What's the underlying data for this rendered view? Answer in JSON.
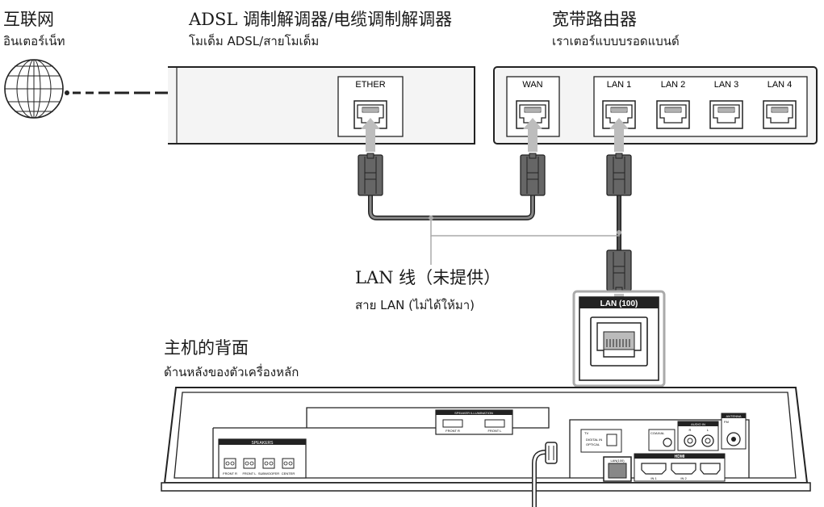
{
  "labels": {
    "internet_zh": "互联网",
    "internet_th": "อินเตอร์เน็ท",
    "modem_zh": "ADSL 调制解调器/电缆调制解调器",
    "modem_th": "โมเด็ม ADSL/สายโมเด็ม",
    "router_zh": "宽带路由器",
    "router_th": "เราเตอร์แบบบรอดแบนด์",
    "lan_cable_zh": "LAN 线（未提供）",
    "lan_cable_th": "สาย LAN (ไม่ได้ให้มา)",
    "rear_zh": "主机的背面",
    "rear_th": "ด้านหลังของตัวเครื่องหลัก"
  },
  "ports": {
    "modem": "ETHER",
    "router_wan": "WAN",
    "router_lan": [
      "LAN 1",
      "LAN 2",
      "LAN 3",
      "LAN 4"
    ],
    "unit_lan": "LAN (100)"
  },
  "unit_panel": {
    "speakers_title": "SPEAKERS",
    "speaker_terminals": [
      "FRONT R",
      "FRONT L",
      "SUBWOOFER",
      "CENTER"
    ],
    "illumination_title": "SPEAKER ILLUMINATION",
    "illumination_ports": [
      "FRONT R",
      "FRONT L"
    ],
    "tv_label": "TV",
    "digital_in": "DIGITAL IN",
    "optical": "OPTICAL",
    "audio_in": "AUDIO IN",
    "audio_l": "L",
    "audio_r": "R",
    "antenna": "ANTENNA",
    "fm": "FM",
    "coaxial": "COAXIAL",
    "hdmi": "HDMI",
    "hdmi_in1": "IN 1",
    "hdmi_in2": "IN 2",
    "lan_small": "LAN(100)"
  }
}
